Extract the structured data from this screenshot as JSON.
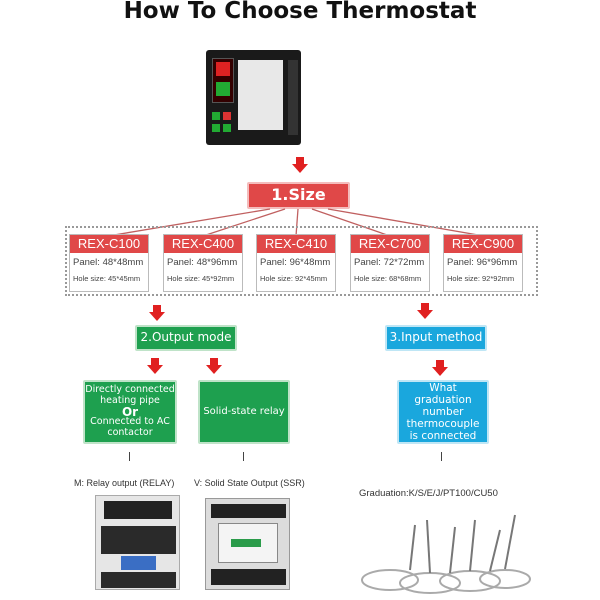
{
  "title": "How To Choose Thermostat",
  "step1": "1.Size",
  "models": [
    {
      "name": "REX-C100",
      "panel": "Panel:  48*48mm",
      "hole": "Hole size:  45*45mm"
    },
    {
      "name": "REX-C400",
      "panel": "Panel:  48*96mm",
      "hole": "Hole size:  45*92mm"
    },
    {
      "name": "REX-C410",
      "panel": "Panel:  96*48mm",
      "hole": "Hole size:  92*45mm"
    },
    {
      "name": "REX-C700",
      "panel": "Panel:  72*72mm",
      "hole": "Hole size:  68*68mm"
    },
    {
      "name": "REX-C900",
      "panel": "Panel:  96*96mm",
      "hole": "Hole size:  92*92mm"
    }
  ],
  "step2": "2.Output mode",
  "step3": "3.Input method",
  "relay_box": {
    "line1": "Directly connected heating pipe",
    "or": "Or",
    "line2": "Connected to AC contactor"
  },
  "ssr_box": "Solid-state relay",
  "input_box": "What graduation number thermocouple is connected",
  "relay_label": "M: Relay output (RELAY)",
  "ssr_label": "V: Solid State Output (SSR)",
  "graduation_label": "Graduation:K/S/E/J/PT100/CU50"
}
